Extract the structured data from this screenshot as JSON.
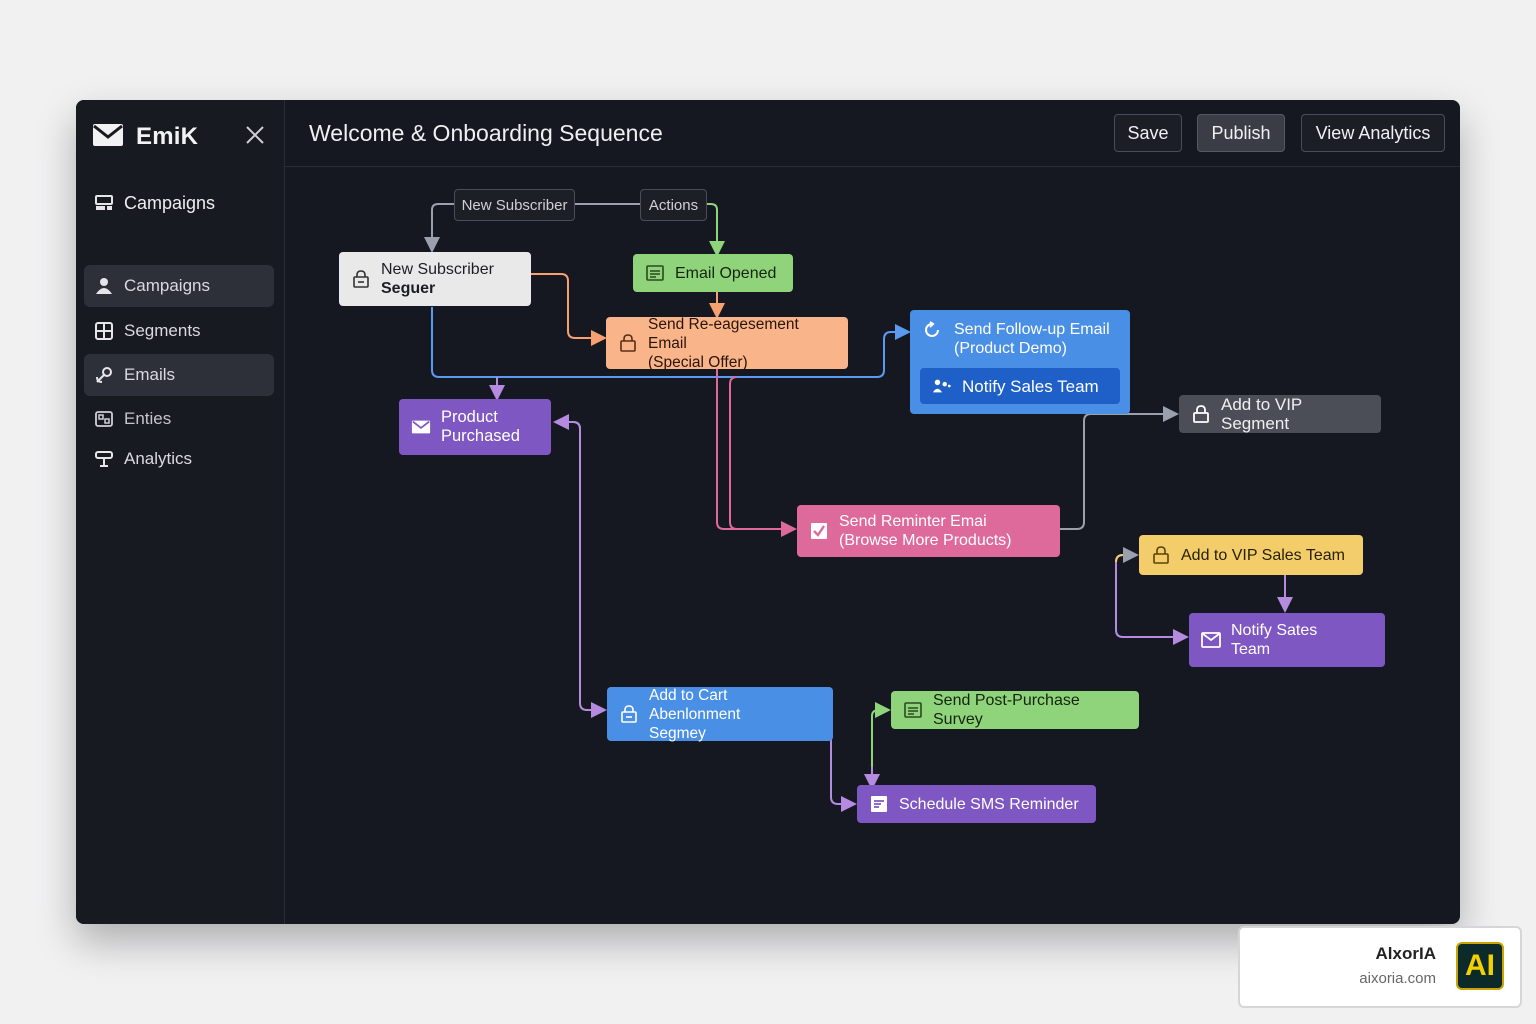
{
  "app": {
    "brand": "EmiK",
    "brand_icon": "envelope-icon",
    "close_icon": "close-icon"
  },
  "sidebar": {
    "top_item": {
      "label": "Campaigns",
      "icon": "campaign-icon"
    },
    "items": [
      {
        "label": "Campaigns",
        "icon": "user-icon",
        "active": true
      },
      {
        "label": "Segments",
        "icon": "segments-icon",
        "active": false
      },
      {
        "label": "Emails",
        "icon": "link-icon",
        "active": true
      },
      {
        "label": "Enties",
        "icon": "entities-icon",
        "active": false
      },
      {
        "label": "Analytics",
        "icon": "analytics-icon",
        "active": false
      }
    ]
  },
  "header": {
    "title": "Welcome & Onboarding Sequence",
    "buttons": {
      "save": "Save",
      "publish": "Publish",
      "view_analytics": "View Analytics"
    }
  },
  "workflow": {
    "tags": {
      "trigger": "New Subscriber",
      "actions": "Actions"
    },
    "nodes": {
      "new_subscriber": {
        "line1": "New Subscriber",
        "line2": "Seguer",
        "icon": "lock-icon"
      },
      "email_opened": {
        "line1": "Email Opened",
        "icon": "document-icon"
      },
      "re_engagement": {
        "line1": "Send Re-eagesement Email",
        "line2": "(Special Offer)",
        "icon": "lock-icon"
      },
      "follow_up": {
        "line1": "Send Follow-up Email",
        "line2": "(Product Demo)",
        "icon": "refresh-icon"
      },
      "notify_sales_inner": {
        "line1": "Notify Sales Team",
        "icon": "team-icon"
      },
      "add_vip_segment": {
        "line1": "Add to VIP Segment",
        "icon": "lock-icon"
      },
      "product_purchased": {
        "line1": "Product",
        "line2": "Purchased",
        "icon": "envelope-icon"
      },
      "send_reminder": {
        "line1": "Send Reminter Emai",
        "line2": "(Browse More Products)",
        "icon": "checkbox-icon"
      },
      "add_vip_sales": {
        "line1": "Add to VIP Sales Team",
        "icon": "lock-icon"
      },
      "notify_sales_team": {
        "line1": "Notify Sates",
        "line2": "Team",
        "icon": "envelope-icon"
      },
      "cart_abandonment": {
        "line1": "Add to Cart Abenlonment",
        "line2": "Segmey",
        "icon": "lock-icon"
      },
      "post_purchase": {
        "line1": "Send Post-Purchase Survey",
        "icon": "document-icon"
      },
      "sms_reminder": {
        "line1": "Schedule SMS Reminder",
        "icon": "form-icon"
      }
    },
    "colors": {
      "white": "#e9e9ea",
      "green": "#8fd47a",
      "peach": "#f9b48a",
      "blue": "#4a8fe6",
      "blue_inner": "#1f5fc8",
      "gray": "#4b4e57",
      "purple": "#7e57c2",
      "pink": "#de6a9c",
      "yellow": "#f2cd6a",
      "connector": "#9aa0ad"
    }
  },
  "watermark": {
    "title": "AlxorIA",
    "url": "aixoria.com",
    "logo": "AI"
  }
}
